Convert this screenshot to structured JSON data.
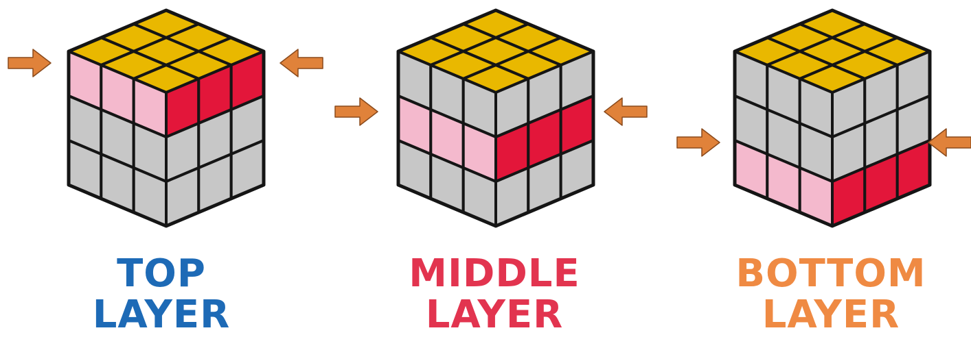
{
  "colors": {
    "background": "#ffffff",
    "yellow": "#e9b800",
    "gray": "#c7c7c7",
    "pink": "#f4b9cd",
    "red": "#e3163a",
    "arrow": "#e0823a",
    "outline": "#151515",
    "title_blue": "#1d6ab6",
    "title_red": "#e2344f",
    "title_orange": "#ef8a43"
  },
  "panels": [
    {
      "name": "top",
      "highlighted_row": 0,
      "line1": "TOP",
      "line2": "LAYER",
      "title_color": "#1d6ab6",
      "arrow_icons": [
        "arrow-right-icon",
        "arrow-left-icon"
      ]
    },
    {
      "name": "middle",
      "highlighted_row": 1,
      "line1": "MIDDLE",
      "line2": "LAYER",
      "title_color": "#e2344f",
      "arrow_icons": [
        "arrow-right-icon",
        "arrow-left-icon"
      ]
    },
    {
      "name": "bottom",
      "highlighted_row": 2,
      "line1": "BOTTOM",
      "line2": "LAYER",
      "title_color": "#ef8a43",
      "arrow_icons": [
        "arrow-right-icon",
        "arrow-left-icon"
      ]
    }
  ]
}
